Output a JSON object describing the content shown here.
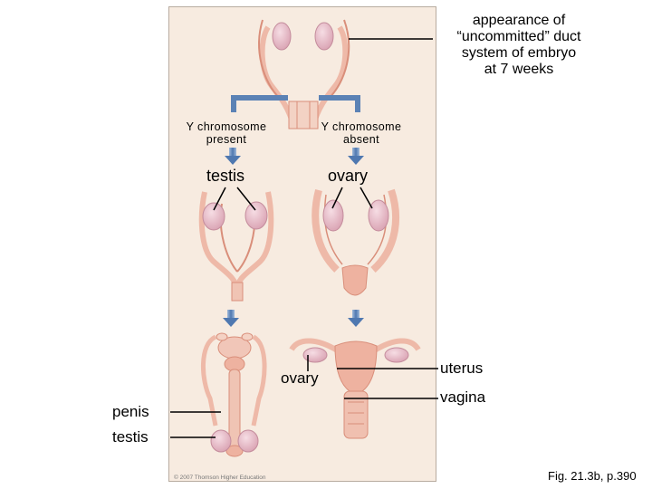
{
  "caption": {
    "lines": [
      "appearance of",
      "“uncommitted” duct",
      "system of embryo",
      "at 7 weeks"
    ]
  },
  "branches": {
    "y_present": [
      "Y chromosome",
      "present"
    ],
    "y_absent": [
      "Y chromosome",
      "absent"
    ]
  },
  "labels": {
    "testis_mid": "testis",
    "ovary_mid": "ovary",
    "ovary_bottom": "ovary",
    "uterus": "uterus",
    "vagina": "vagina",
    "penis": "penis",
    "testis_left": "testis"
  },
  "copyright": "© 2007 Thomson Higher Education",
  "figure_ref": "Fig. 21.3b, p.390",
  "colors": {
    "panel": "#f7ebe0",
    "tissue": "#eeb9a8",
    "tissue_dark": "#d98e7a",
    "gonad": "#e9c0cc",
    "arrow": "#5b82b5"
  }
}
